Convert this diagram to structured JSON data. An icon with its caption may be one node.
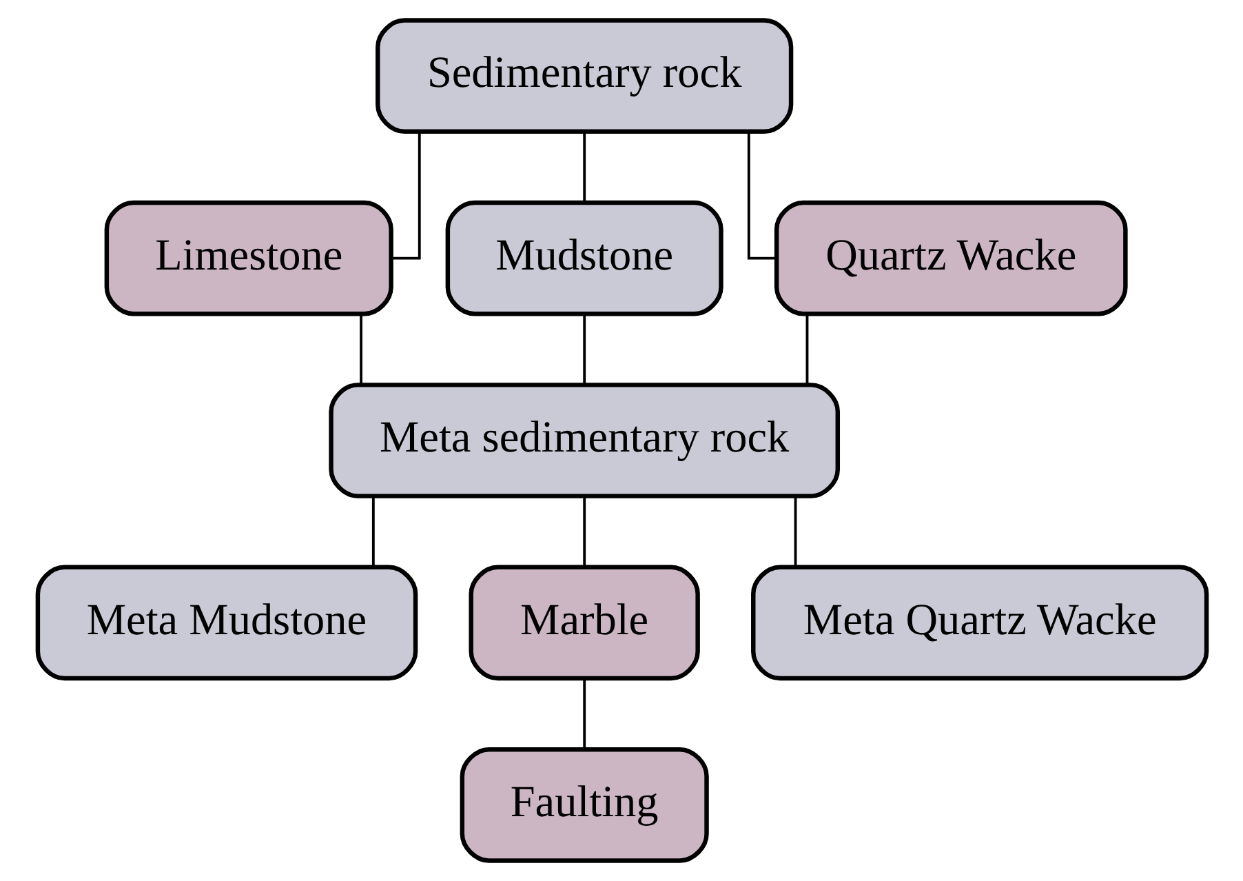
{
  "diagram": {
    "nodes": [
      {
        "text": [
          "Sedimentary rock"
        ]
      },
      {
        "text": [
          "Limestone"
        ]
      },
      {
        "text": [
          "Mudstone"
        ]
      },
      {
        "text": [
          "Quartz Wacke"
        ]
      },
      {
        "text": [
          "Meta sedimentary rock"
        ]
      },
      {
        "text": [
          "Meta Mudstone"
        ]
      },
      {
        "text": [
          "Marble"
        ]
      },
      {
        "text": [
          "Meta Quartz Wacke"
        ]
      },
      {
        "text": [
          "Faulting"
        ]
      }
    ],
    "edges": [
      {
        "from": 0,
        "to": 1,
        "arrow": "none"
      },
      {
        "from": 0,
        "to": 2,
        "arrow": "none"
      },
      {
        "from": 0,
        "to": 3,
        "arrow": "none"
      },
      {
        "from": 1,
        "to": 4,
        "arrow": "none"
      },
      {
        "from": 2,
        "to": 4,
        "arrow": "none"
      },
      {
        "from": 3,
        "to": 4,
        "arrow": "none"
      },
      {
        "from": 4,
        "to": 5,
        "arrow": "none"
      },
      {
        "from": 4,
        "to": 6,
        "arrow": "none"
      },
      {
        "from": 4,
        "to": 7,
        "arrow": "none"
      },
      {
        "from": 6,
        "to": 8,
        "arrow": "none"
      }
    ]
  }
}
